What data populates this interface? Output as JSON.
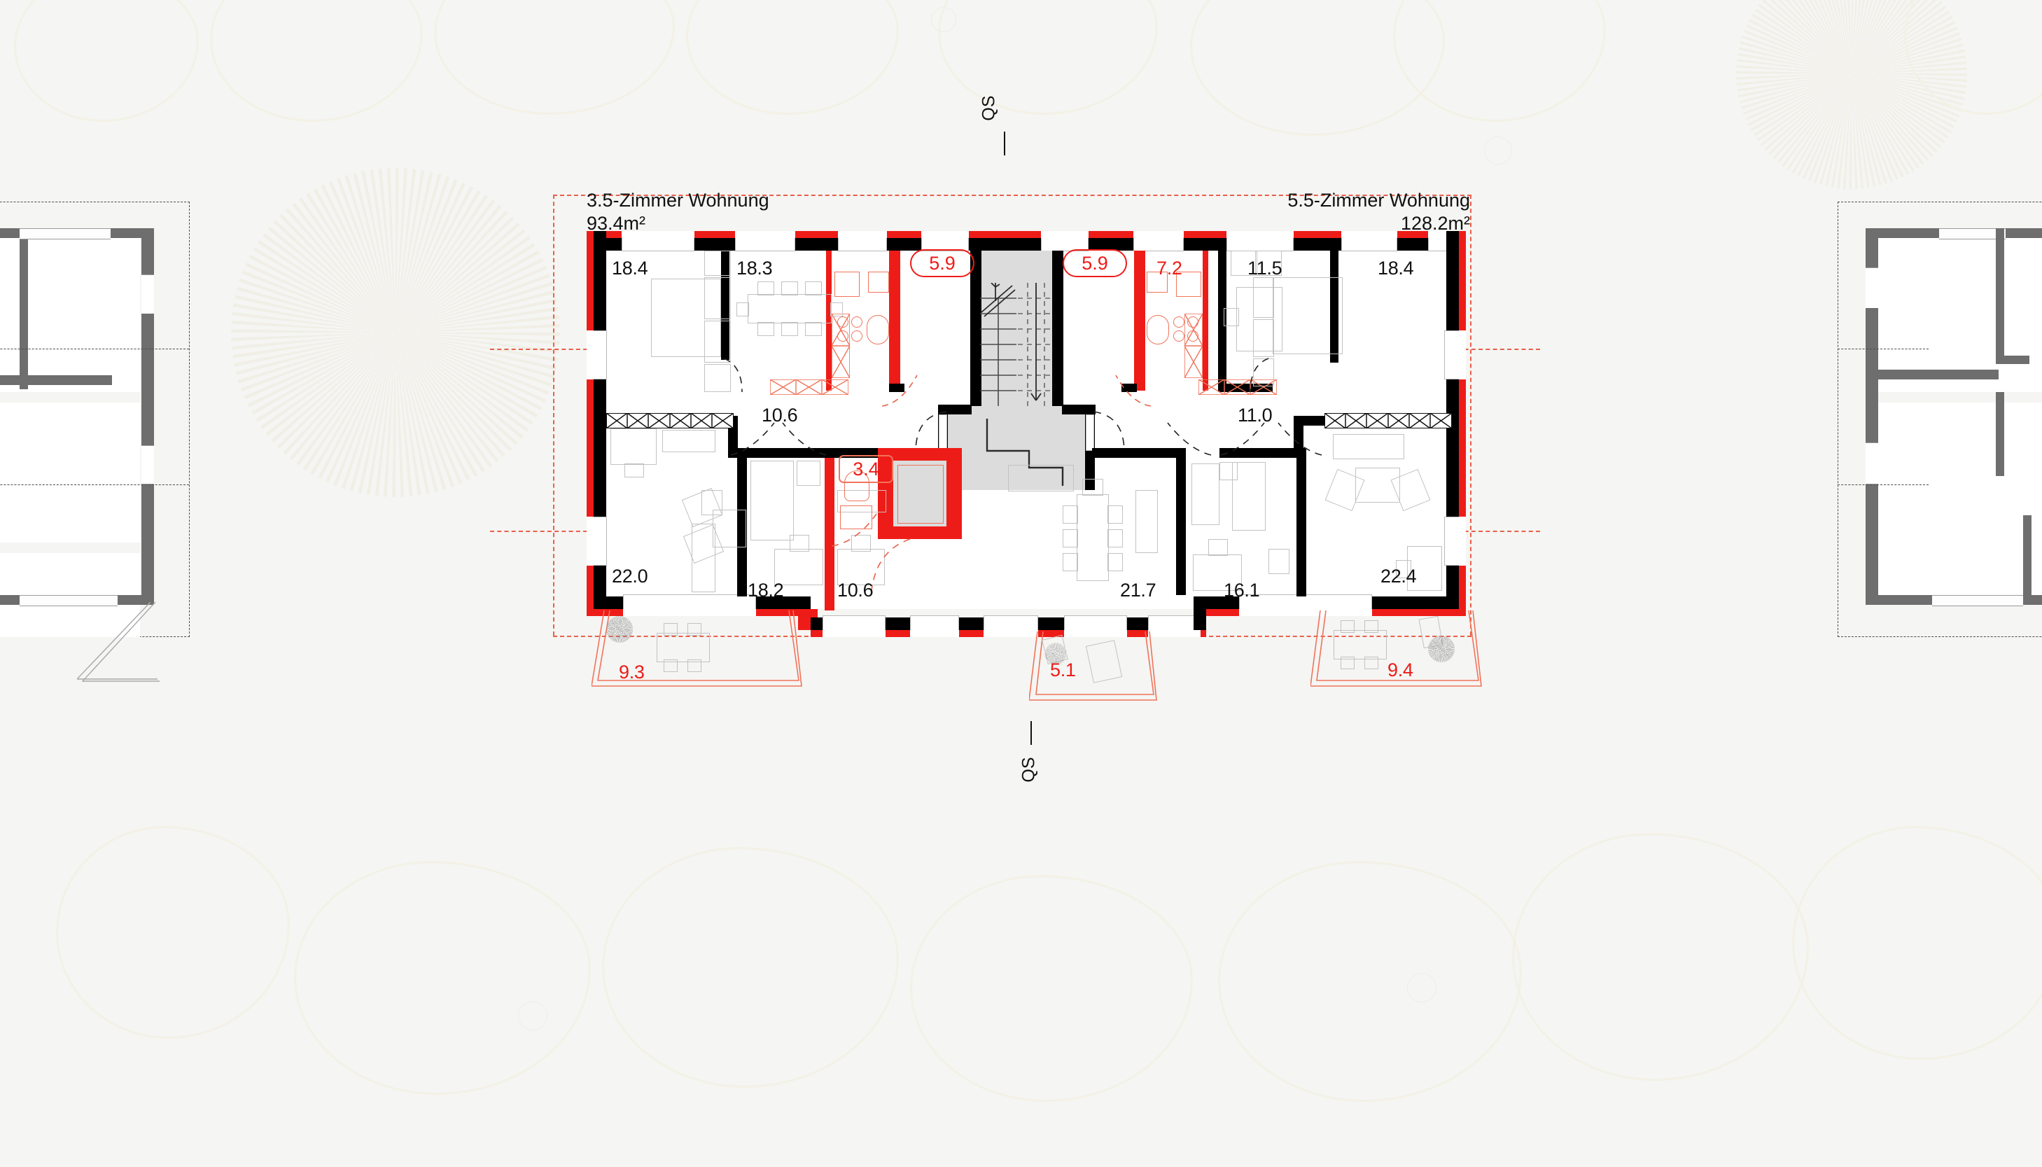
{
  "drawing": {
    "type": "architectural-floor-plan",
    "section_markers": [
      {
        "name": "section-marker-top",
        "label": "QS"
      },
      {
        "name": "section-marker-bottom",
        "label": "QS"
      }
    ],
    "apartments": [
      {
        "id": "left",
        "name": "3.5-Zimmer Wohnung",
        "area": "93.4m²",
        "rooms_label": "3.5-Zimmer Wohnung"
      },
      {
        "id": "right",
        "name": "5.5-Zimmer Wohnung",
        "area": "128.2m²",
        "rooms_label": "5.5-Zimmer Wohnung"
      }
    ],
    "room_areas_black": [
      "18.4",
      "18.3",
      "11.5",
      "18.4",
      "10.6",
      "11.0",
      "22.0",
      "18.2",
      "10.6",
      "21.7",
      "16.1",
      "22.4"
    ],
    "room_areas_red": [
      "5.9",
      "5.9",
      "7.2",
      "3.4",
      "9.3",
      "5.1",
      "9.4"
    ],
    "rooms": [
      {
        "label": "18.4",
        "color": "black",
        "zone": "left-upper-bedroom"
      },
      {
        "label": "18.3",
        "color": "black",
        "zone": "left-upper-dining"
      },
      {
        "label": "5.9",
        "color": "red",
        "zone": "left-kitchen-bath"
      },
      {
        "label": "5.9",
        "color": "red",
        "zone": "right-kitchen-bath"
      },
      {
        "label": "7.2",
        "color": "red",
        "zone": "right-kitchen"
      },
      {
        "label": "11.5",
        "color": "black",
        "zone": "right-upper-room"
      },
      {
        "label": "18.4",
        "color": "black",
        "zone": "right-upper-bedroom"
      },
      {
        "label": "10.6",
        "color": "black",
        "zone": "left-mid-room"
      },
      {
        "label": "11.0",
        "color": "black",
        "zone": "right-mid-room"
      },
      {
        "label": "3.4",
        "color": "red",
        "zone": "left-bath"
      },
      {
        "label": "22.0",
        "color": "black",
        "zone": "left-living"
      },
      {
        "label": "18.2",
        "color": "black",
        "zone": "left-lower-bedroom"
      },
      {
        "label": "10.6",
        "color": "black",
        "zone": "left-lower-room"
      },
      {
        "label": "21.7",
        "color": "black",
        "zone": "right-living-dining"
      },
      {
        "label": "16.1",
        "color": "black",
        "zone": "right-lower-room"
      },
      {
        "label": "22.4",
        "color": "black",
        "zone": "right-living"
      },
      {
        "label": "9.3",
        "color": "red",
        "zone": "balcony-left"
      },
      {
        "label": "5.1",
        "color": "red",
        "zone": "balcony-middle"
      },
      {
        "label": "9.4",
        "color": "red",
        "zone": "balcony-right"
      }
    ],
    "colors": {
      "accent_red": "#ee1c18",
      "light_red": "#f0735a",
      "wall_black": "#000000",
      "neighbour_grey": "#6e6e6e",
      "core_grey": "#dcdcdc",
      "background": "#f5f5f3"
    }
  }
}
